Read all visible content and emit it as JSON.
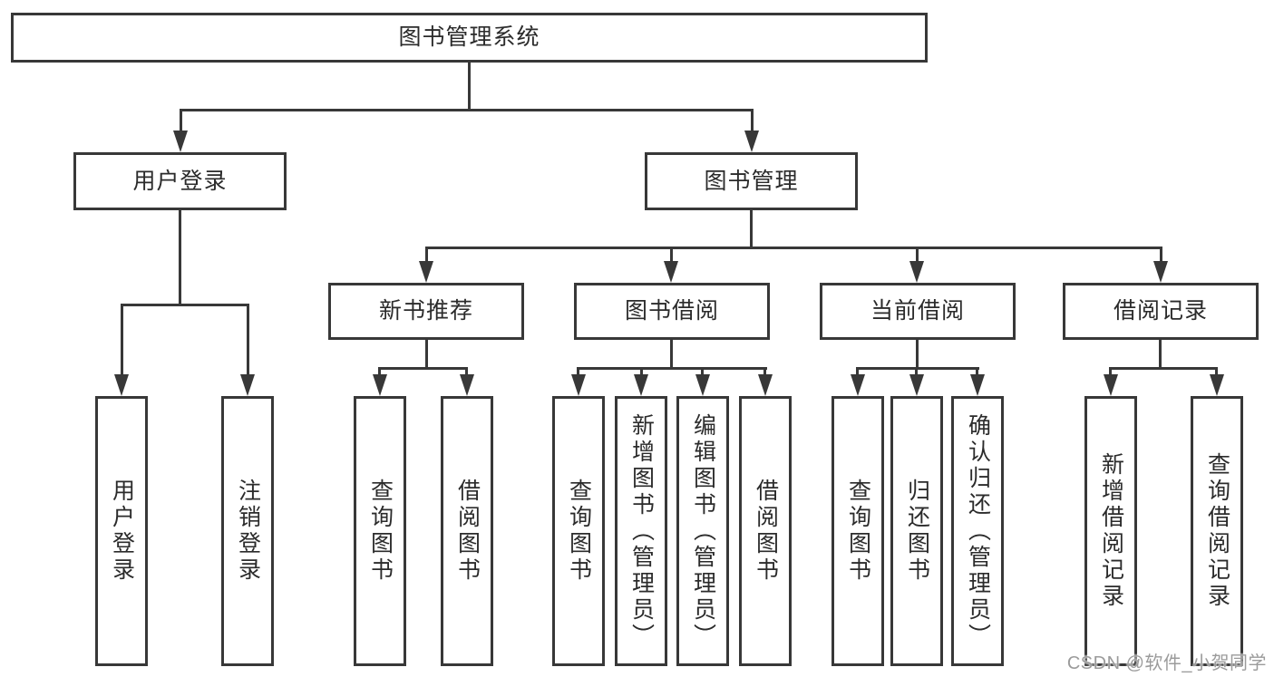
{
  "tree": {
    "root": {
      "label": "图书管理系统"
    },
    "branches": [
      {
        "label": "用户登录",
        "children": [
          {
            "label": "用户登录"
          },
          {
            "label": "注销登录"
          }
        ]
      },
      {
        "label": "图书管理",
        "children": [
          {
            "label": "新书推荐",
            "children": [
              {
                "label": "查询图书"
              },
              {
                "label": "借阅图书"
              }
            ]
          },
          {
            "label": "图书借阅",
            "children": [
              {
                "label": "查询图书"
              },
              {
                "label": "新增图书（管理员）"
              },
              {
                "label": "编辑图书（管理员）"
              },
              {
                "label": "借阅图书"
              }
            ]
          },
          {
            "label": "当前借阅",
            "children": [
              {
                "label": "查询图书"
              },
              {
                "label": "归还图书"
              },
              {
                "label": "确认归还（管理员）"
              }
            ]
          },
          {
            "label": "借阅记录",
            "children": [
              {
                "label": "新增借阅记录"
              },
              {
                "label": "查询借阅记录"
              }
            ]
          }
        ]
      }
    ]
  },
  "watermark": {
    "text": "CSDN @软件_小贺同学"
  },
  "colors": {
    "line": "#383838",
    "text": "#2b2b2b",
    "watermark": "#9b9b9b"
  }
}
